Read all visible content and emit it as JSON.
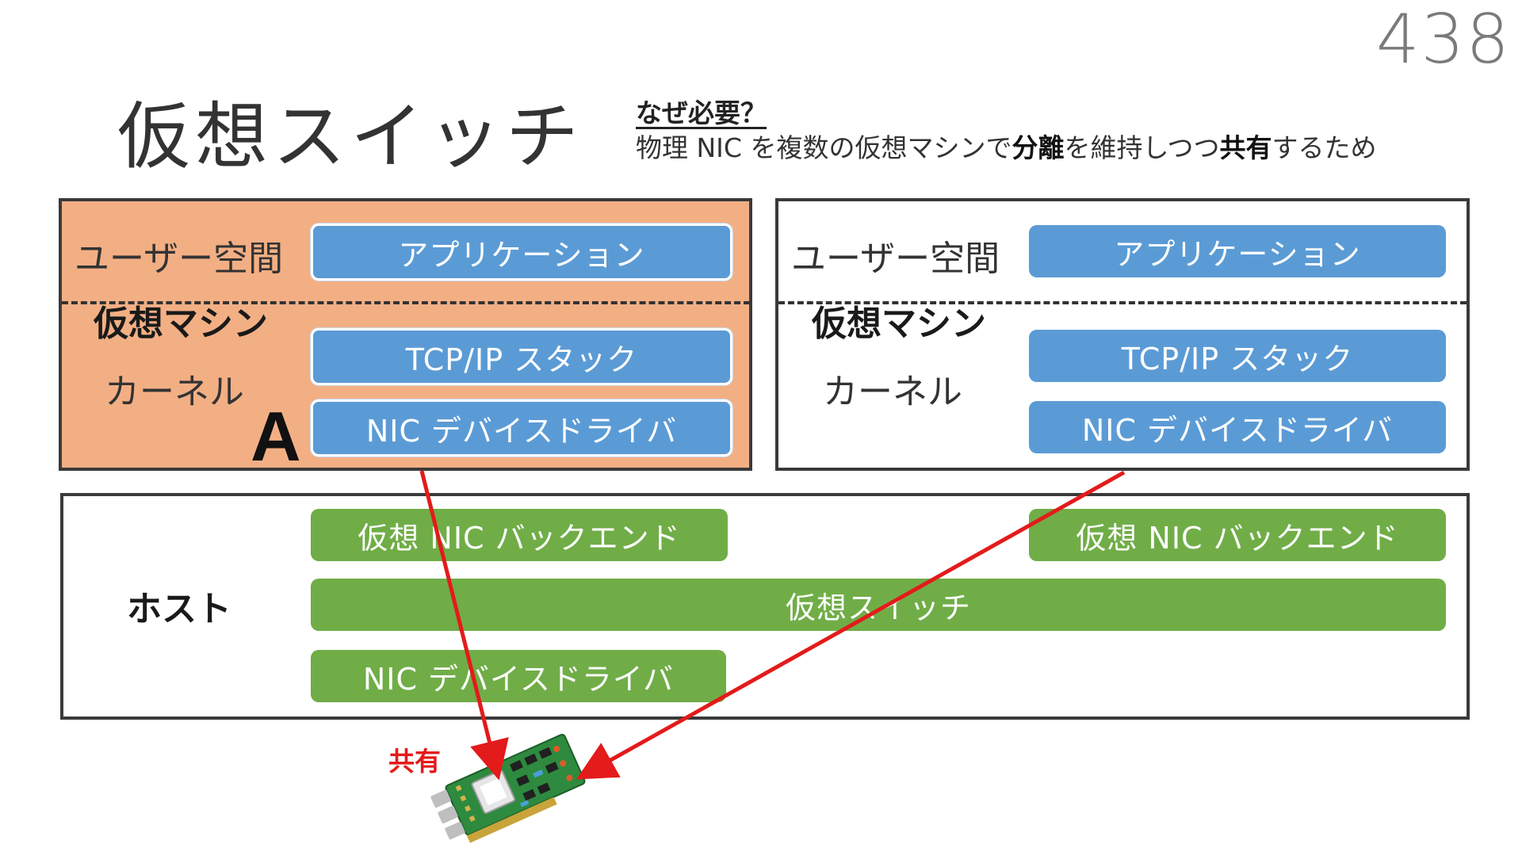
{
  "page_number": "438",
  "title": "仮想スイッチ",
  "why": {
    "heading": "なぜ必要？",
    "body_parts": [
      "物理 NIC を複数の仮想マシンで",
      "分離",
      "を維持しつつ",
      "共有",
      "するため"
    ]
  },
  "vm_a": {
    "user_space_label": "ユーザー空間",
    "vm_label": "仮想マシン",
    "kernel_label": "カーネル",
    "letter": "A",
    "app": "アプリケーション",
    "tcpip": "TCP/IP スタック",
    "driver": "NIC デバイスドライバ",
    "color": "#f3af84"
  },
  "vm_b": {
    "user_space_label": "ユーザー空間",
    "vm_label": "仮想マシン",
    "kernel_label": "カーネル",
    "app": "アプリケーション",
    "tcpip": "TCP/IP スタック",
    "driver": "NIC デバイスドライバ"
  },
  "host": {
    "label": "ホスト",
    "backend_left": "仮想 NIC バックエンド",
    "backend_right": "仮想 NIC バックエンド",
    "vswitch": "仮想スイッチ",
    "driver": "NIC デバイスドライバ"
  },
  "shared_label": "共有",
  "icons": {
    "nic_card": "network-card-icon"
  },
  "colors": {
    "blue": "#5b9bd5",
    "green": "#70ad47",
    "orange": "#f3af84",
    "arrow": "#e31b1b"
  }
}
